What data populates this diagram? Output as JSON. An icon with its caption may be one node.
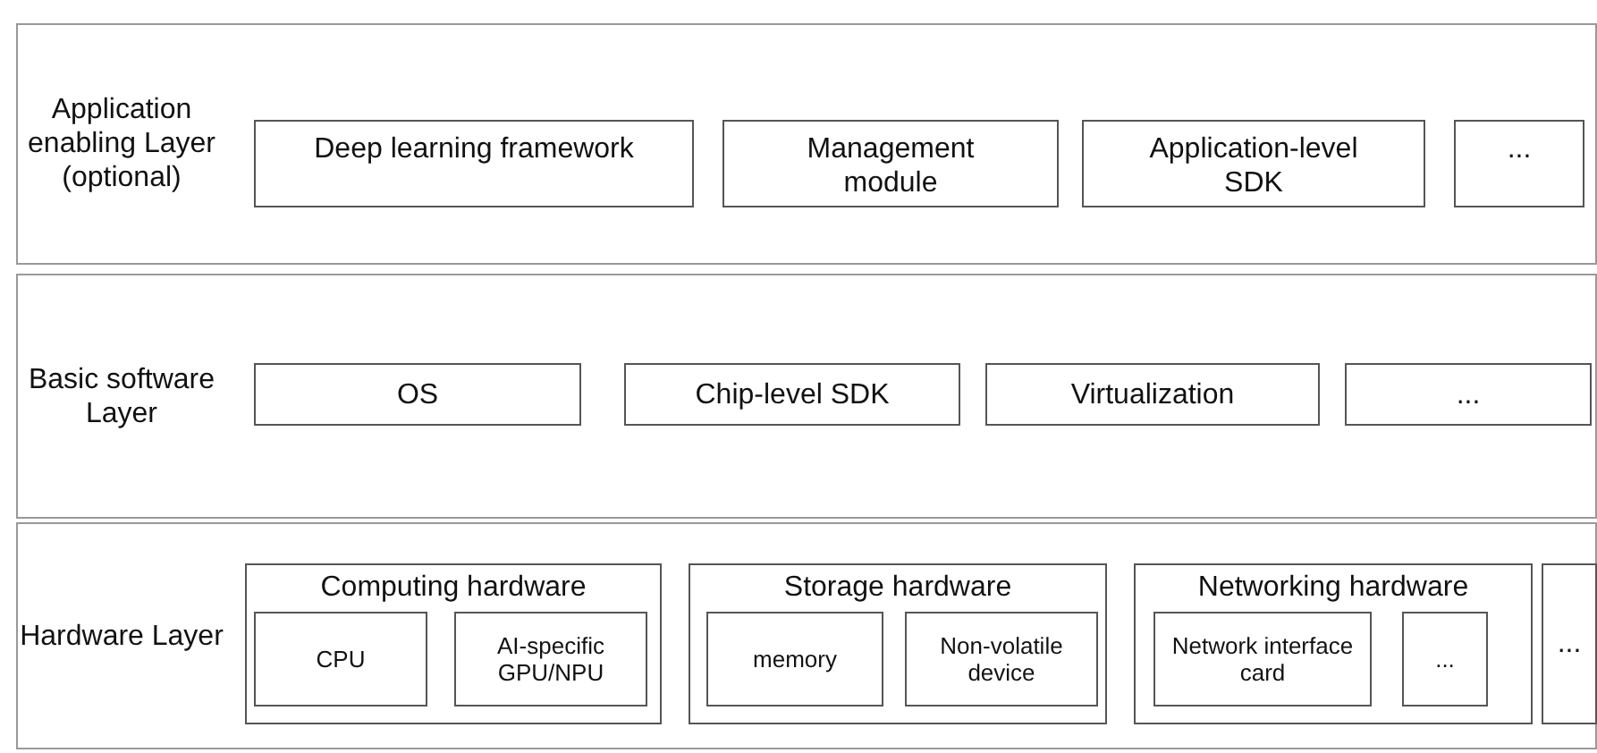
{
  "diagram": {
    "nodes": [
      {
        "text": [
          "Application enabling Layer (optional)"
        ]
      },
      {
        "text": [
          "Deep learning framework"
        ],
        "in": 0
      },
      {
        "text": [
          "Management module"
        ],
        "in": 0
      },
      {
        "text": [
          "Application-level SDK"
        ],
        "in": 0
      },
      {
        "text": [
          "..."
        ],
        "in": 0
      },
      {
        "text": [
          "Basic software Layer"
        ]
      },
      {
        "text": [
          "OS"
        ],
        "in": 5
      },
      {
        "text": [
          "Chip-level SDK"
        ],
        "in": 5
      },
      {
        "text": [
          "Virtualization"
        ],
        "in": 5
      },
      {
        "text": [
          "..."
        ],
        "in": 5
      },
      {
        "text": [
          "Hardware Layer"
        ]
      },
      {
        "text": [
          "Computing hardware"
        ],
        "in": 10
      },
      {
        "text": [
          "CPU"
        ],
        "in": 11
      },
      {
        "text": [
          "AI-specific GPU/NPU"
        ],
        "in": 11
      },
      {
        "text": [
          "Storage hardware"
        ],
        "in": 10
      },
      {
        "text": [
          "memory"
        ],
        "in": 14
      },
      {
        "text": [
          "Non-volatile device"
        ],
        "in": 14
      },
      {
        "text": [
          "Networking hardware"
        ],
        "in": 10
      },
      {
        "text": [
          "Network interface card"
        ],
        "in": 17
      },
      {
        "text": [
          "..."
        ],
        "in": 17
      },
      {
        "text": [
          "..."
        ],
        "in": 10
      }
    ]
  }
}
